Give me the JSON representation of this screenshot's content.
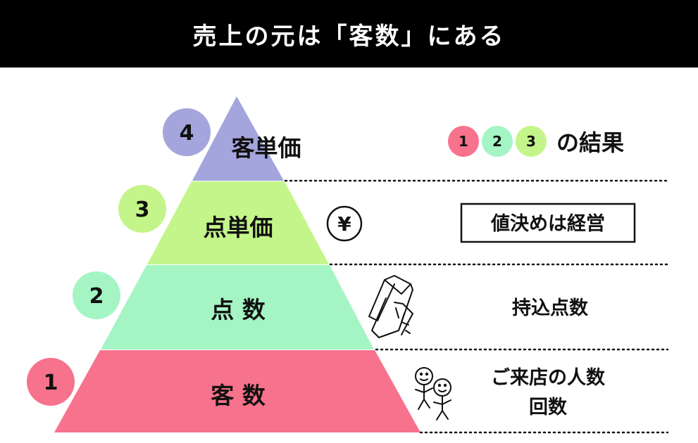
{
  "title": "売上の元は「客数」にある",
  "colors": {
    "tier1": "#f7728c",
    "tier2": "#a5f5c4",
    "tier3": "#c4f58a",
    "tier4": "#a3a5dc",
    "header_bg": "#000000"
  },
  "pyramid": {
    "tiers": [
      {
        "number": "4",
        "label": "客単価",
        "color": "#a3a5dc"
      },
      {
        "number": "3",
        "label": "点単価",
        "color": "#c4f58a"
      },
      {
        "number": "2",
        "label": "点 数",
        "color": "#a5f5c4"
      },
      {
        "number": "1",
        "label": "客 数",
        "color": "#f7728c"
      }
    ]
  },
  "legend": {
    "n1": "1",
    "n2": "2",
    "n3": "3",
    "text": "の結果"
  },
  "annotations": {
    "tier3_box": "値決めは経営",
    "tier2": "持込点数",
    "tier1_line1": "ご来店の人数",
    "tier1_line2": "回数"
  },
  "icons": {
    "tier3": "yen-circle-icon",
    "tier2": "clothing-icon",
    "tier1": "people-icon"
  },
  "yen_symbol": "¥"
}
